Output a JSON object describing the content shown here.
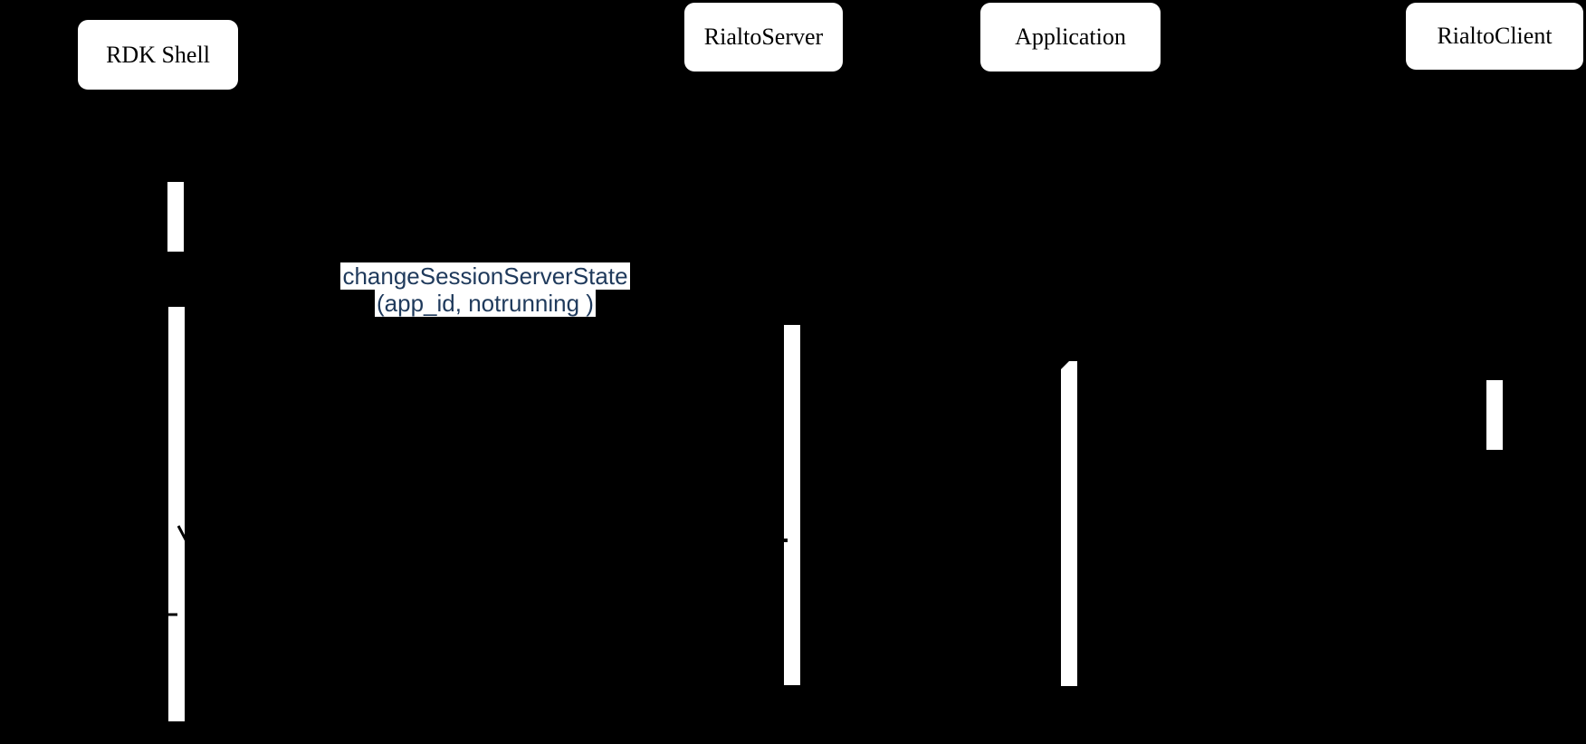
{
  "diagram": {
    "type": "uml-sequence-diagram",
    "background_color": "#000000",
    "actor_box_fill": "#ffffff",
    "actor_text_color": "#000000",
    "activation_bar_fill": "#ffffff",
    "actors": [
      {
        "id": "rdk-shell",
        "label": "RDK Shell"
      },
      {
        "id": "rialto-server",
        "label": "RialtoServer"
      },
      {
        "id": "application",
        "label": "Application"
      },
      {
        "id": "rialto-client",
        "label": "RialtoClient"
      }
    ],
    "message": {
      "line1": "changeSessionServerState",
      "line2": "(app_id, notrunning )",
      "text_color": "#1f3a5c",
      "highlight_background": "#ffffff",
      "from_actor": "RDK Shell",
      "to_actor": "RialtoServer"
    },
    "marks": [
      {
        "name": "arrowhead-remnant-backslash",
        "color": "#000000"
      },
      {
        "name": "arrow-remnant-dash",
        "color": "#000000"
      },
      {
        "name": "arrow-remnant-tick",
        "color": "#000000"
      },
      {
        "name": "activation-corner-notch",
        "color": "#000000"
      }
    ]
  }
}
